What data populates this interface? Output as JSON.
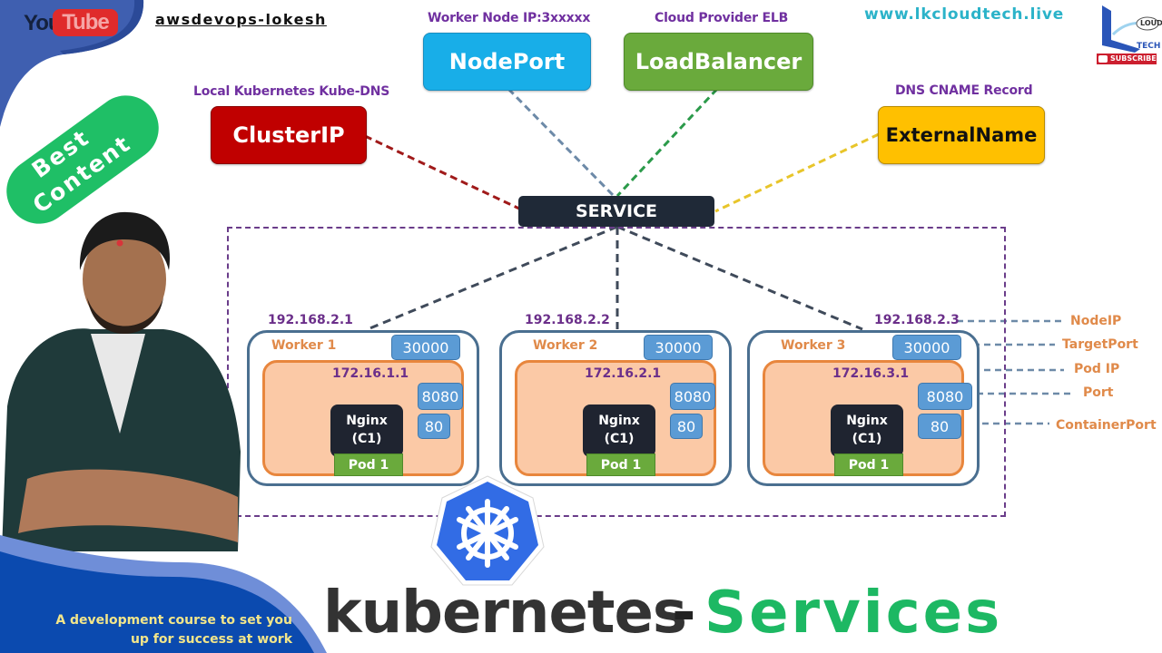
{
  "header": {
    "platform_logo": {
      "left": "You",
      "right": "Tube"
    },
    "channel_name": "awsdevops-lokesh",
    "website": "www.lkcloudtech.live",
    "brand_logo": {
      "top": "LOUD",
      "bottom": "TECH",
      "subscribe": "SUBSCRIBE"
    }
  },
  "badge": {
    "line1": "Best",
    "line2": "Content"
  },
  "service_types": [
    {
      "caption": "Local Kubernetes Kube-DNS",
      "label": "ClusterIP",
      "color": "#c00000"
    },
    {
      "caption": "Worker Node IP:3xxxxx",
      "label": "NodePort",
      "color": "#18aee8"
    },
    {
      "caption": "Cloud Provider ELB",
      "label": "LoadBalancer",
      "color": "#6aaa3c"
    },
    {
      "caption": "DNS CNAME Record",
      "label": "ExternalName",
      "color": "#ffc000"
    }
  ],
  "service": {
    "label": "SERVICE"
  },
  "workers": [
    {
      "name": "Worker 1",
      "node_ip": "192.168.2.1",
      "node_port": "30000",
      "pod_ip": "172.16.1.1",
      "port": "8080",
      "container_port": "80",
      "container": "Nginx",
      "container_id": "(C1)",
      "pod": "Pod 1"
    },
    {
      "name": "Worker 2",
      "node_ip": "192.168.2.2",
      "node_port": "30000",
      "pod_ip": "172.16.2.1",
      "port": "8080",
      "container_port": "80",
      "container": "Nginx",
      "container_id": "(C1)",
      "pod": "Pod 1"
    },
    {
      "name": "Worker 3",
      "node_ip": "192.168.2.3",
      "node_port": "30000",
      "pod_ip": "172.16.3.1",
      "port": "8080",
      "container_port": "80",
      "container": "Nginx",
      "container_id": "(C1)",
      "pod": "Pod 1"
    }
  ],
  "legend": [
    "NodeIP",
    "TargetPort",
    "Pod IP",
    "Port",
    "ContainerPort"
  ],
  "footer": {
    "tagline_line1": "A development course to set you",
    "tagline_line2": "up for success at work",
    "title_main": "kubernetes",
    "title_dash": "-",
    "title_accent": "Services"
  },
  "icons": {
    "k8s_logo": "kubernetes-helm-wheel-icon",
    "presenter": "presenter-photo"
  }
}
